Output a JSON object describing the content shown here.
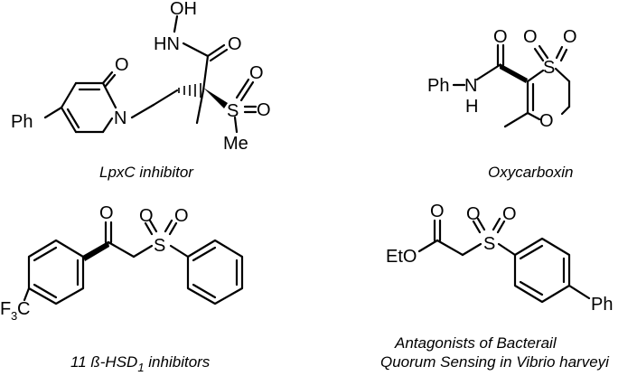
{
  "figure": {
    "panels": [
      {
        "caption_lines": [
          "LpxC inhibitor"
        ],
        "atom_labels": [
          "O",
          "OH",
          "HN",
          "O",
          "Ph",
          "N",
          "S",
          "O",
          "O",
          "Me"
        ]
      },
      {
        "caption_lines": [
          "Oxycarboxin"
        ],
        "atom_labels": [
          "O",
          "O",
          "O",
          "S",
          "Ph",
          "N",
          "H",
          "O"
        ]
      },
      {
        "caption_lines": [
          "11 ß-HSD",
          "1",
          " inhibitors"
        ],
        "atom_labels": [
          "O",
          "O",
          "O",
          "S",
          "F",
          "3",
          "C"
        ]
      },
      {
        "caption_lines": [
          "Antagonists of Bacterail",
          "Quorum Sensing in Vibrio harveyi"
        ],
        "atom_labels": [
          "O",
          "O",
          "O",
          "EtO",
          "S",
          "Ph"
        ]
      }
    ]
  }
}
